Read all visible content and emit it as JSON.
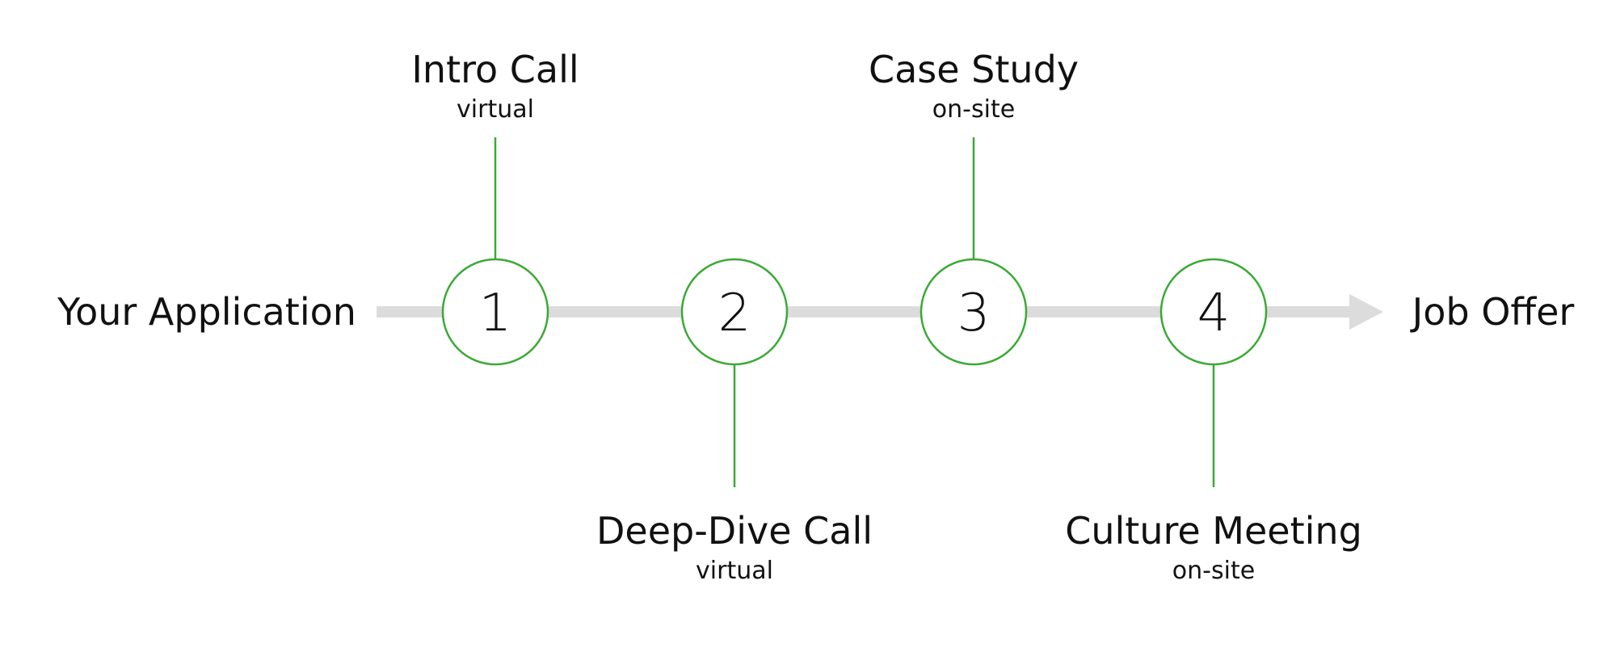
{
  "start_label": "Your Application",
  "end_label": "Job Offer",
  "colors": {
    "accent": "#3aaa35",
    "track": "#dcdcdc",
    "text": "#111111"
  },
  "steps": [
    {
      "number": "1",
      "title": "Intro Call",
      "subtitle": "virtual",
      "label_side": "top"
    },
    {
      "number": "2",
      "title": "Deep-Dive Call",
      "subtitle": "virtual",
      "label_side": "bottom"
    },
    {
      "number": "3",
      "title": "Case Study",
      "subtitle": "on-site",
      "label_side": "top"
    },
    {
      "number": "4",
      "title": "Culture Meeting",
      "subtitle": "on-site",
      "label_side": "bottom"
    }
  ]
}
